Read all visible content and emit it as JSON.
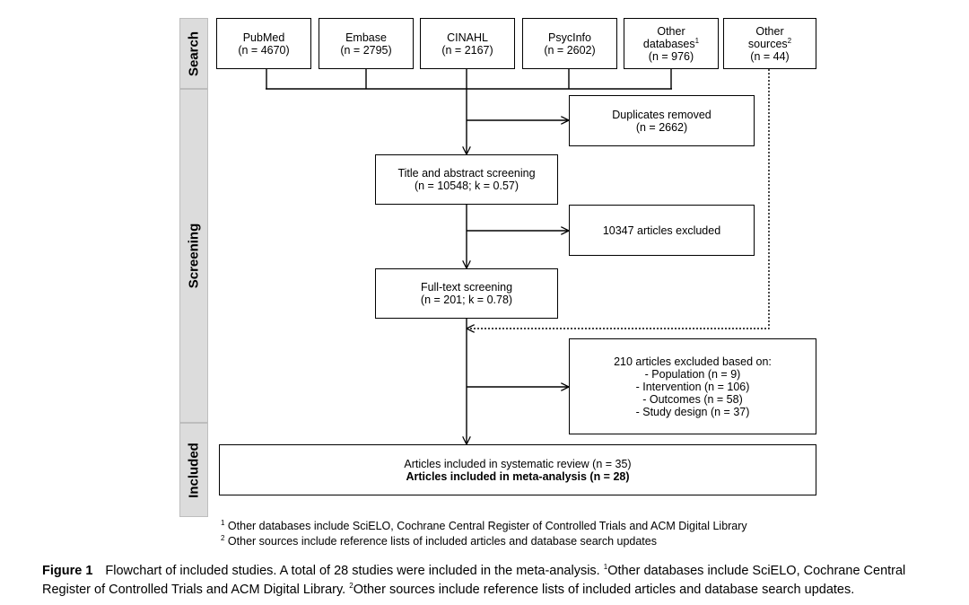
{
  "phases": {
    "search": "Search",
    "screening": "Screening",
    "included": "Included"
  },
  "sources": {
    "pubmed": {
      "name": "PubMed",
      "n": "(n = 4670)"
    },
    "embase": {
      "name": "Embase",
      "n": "(n = 2795)"
    },
    "cinahl": {
      "name": "CINAHL",
      "n": "(n = 2167)"
    },
    "psycinfo": {
      "name": "PsycInfo",
      "n": "(n = 2602)"
    },
    "other_databases": {
      "line1": "Other",
      "line2": "databases",
      "marker": "1",
      "n": "(n = 976)"
    },
    "other_sources": {
      "line1": "Other",
      "line2": "sources",
      "marker": "2",
      "n": "(n = 44)"
    }
  },
  "duplicates": {
    "line1": "Duplicates removed",
    "line2": "(n = 2662)"
  },
  "title_abstract": {
    "line1": "Title and abstract screening",
    "line2": "(n = 10548; k = 0.57)"
  },
  "excluded_ta": {
    "line1": "10347 articles excluded"
  },
  "fulltext": {
    "line1": "Full-text screening",
    "line2": "(n = 201; k = 0.78)"
  },
  "excluded_ft": {
    "line1": "210 articles excluded based on:",
    "line2": "- Population (n = 9)",
    "line3": "- Intervention (n = 106)",
    "line4": "- Outcomes (n = 58)",
    "line5": "- Study design (n = 37)"
  },
  "included": {
    "line1": "Articles included in systematic review (n = 35)",
    "line2": "Articles included in meta-analysis (n = 28)"
  },
  "footnotes": {
    "fn1_marker": "1",
    "fn1": " Other databases include SciELO, Cochrane Central Register of Controlled Trials and ACM Digital Library",
    "fn2_marker": "2",
    "fn2": " Other sources include reference lists of included articles and database search updates"
  },
  "caption": {
    "label": "Figure 1",
    "text_a": "Flowchart of included studies. A total of 28 studies were included in the meta-analysis. ",
    "marker1": "1",
    "text_b": "Other databases include SciELO, Cochrane Central Register of Controlled Trials and ACM Digital Library. ",
    "marker2": "2",
    "text_c": "Other sources include reference lists of included articles and database search updates."
  }
}
